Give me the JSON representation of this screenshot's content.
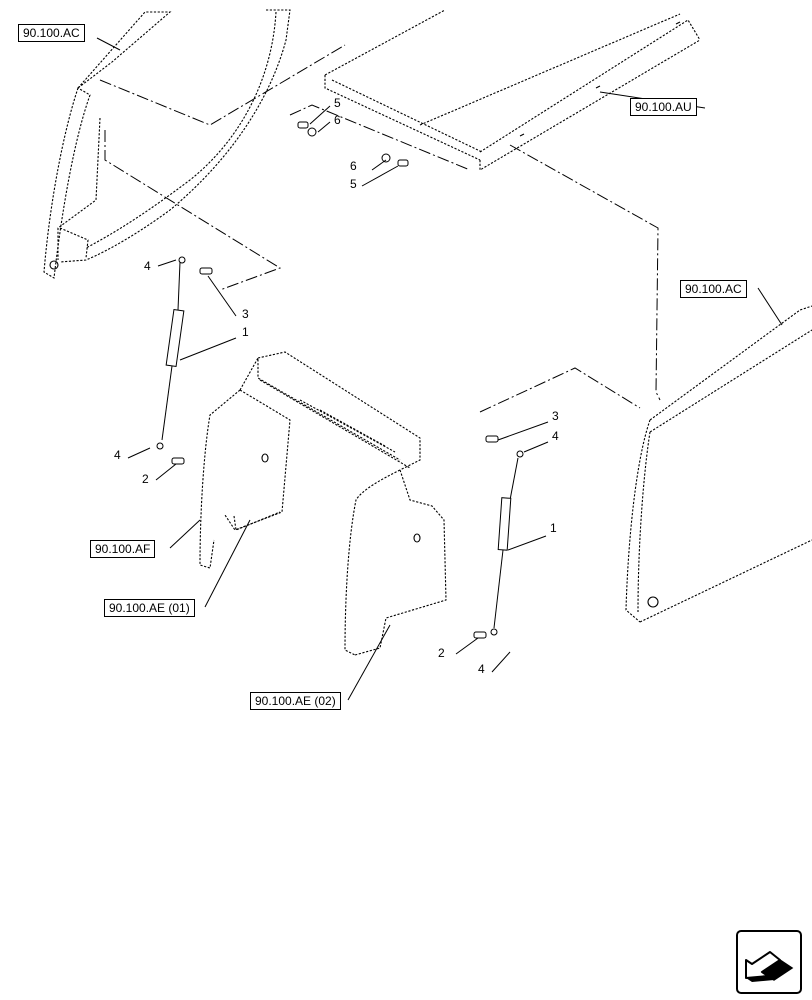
{
  "references": {
    "cab_left": "90.100.AC",
    "top_panel": "90.100.AU",
    "cab_right": "90.100.AC",
    "center_frame": "90.100.AF",
    "left_bracket": "90.100.AE (01)",
    "right_bracket": "90.100.AE (02)"
  },
  "callouts": {
    "top_5a": "5",
    "top_6a": "6",
    "top_6b": "6",
    "top_5b": "5",
    "left_4_top": "4",
    "left_3": "3",
    "left_1": "1",
    "left_4_bottom": "4",
    "left_2": "2",
    "right_3": "3",
    "right_4_top": "4",
    "right_1": "1",
    "right_2": "2",
    "right_4_bottom": "4"
  },
  "icons": {
    "nav": "next-page-arrow-icon"
  }
}
